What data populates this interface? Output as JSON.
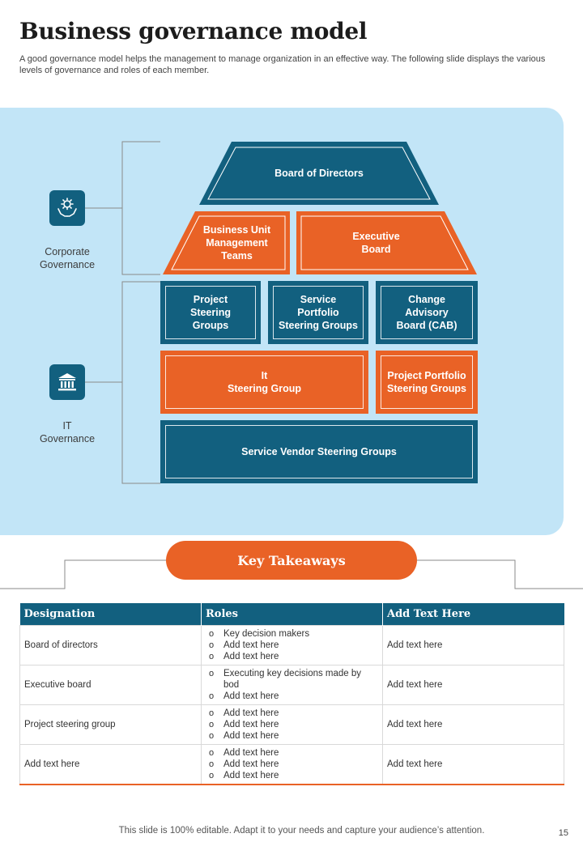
{
  "page": {
    "title": "Business governance model",
    "subtitle": "A good governance model helps the management to manage organization in an effective way. The following slide displays the various levels of governance and roles of each member.",
    "footer": "This slide is 100% editable. Adapt it to your needs and capture your audience’s attention.",
    "page_number": "15"
  },
  "colors": {
    "blue": "#12607f",
    "orange": "#e96226",
    "panel": "#c2e5f7"
  },
  "governance": {
    "corporate": {
      "label": "Corporate\nGovernance",
      "icon": "hands-gear-icon"
    },
    "it": {
      "label": "IT\nGovernance",
      "icon": "bank-building-icon"
    }
  },
  "blocks": {
    "board_of_directors": "Board of Directors",
    "business_unit": "Business  Unit\nManagement\nTeams",
    "executive_board": "Executive\nBoard",
    "project_steering": "Project\nSteering\nGroups",
    "service_portfolio": "Service\nPortfolio\nSteering Groups",
    "change_advisory": "Change\nAdvisory\nBoard (CAB)",
    "it_steering": "It\nSteering Group",
    "project_portfolio": "Project Portfolio\nSteering Groups",
    "service_vendor": "Service Vendor Steering Groups"
  },
  "takeaways_label": "Key Takeaways",
  "table": {
    "headers": [
      "Designation",
      "Roles",
      "Add Text Here"
    ],
    "rows": [
      {
        "designation": "Board of directors",
        "roles": [
          "Key decision makers",
          "Add text here",
          "Add text here"
        ],
        "extra": "Add text here"
      },
      {
        "designation": "Executive board",
        "roles": [
          "Executing key decisions made by bod",
          "Add text here"
        ],
        "extra": "Add text here"
      },
      {
        "designation": "Project steering group",
        "roles": [
          "Add text here",
          "Add text here",
          "Add text here"
        ],
        "extra": "Add text here"
      },
      {
        "designation": "Add text here",
        "roles": [
          "Add text here",
          "Add text here",
          "Add text here"
        ],
        "extra": "Add text here"
      }
    ]
  }
}
